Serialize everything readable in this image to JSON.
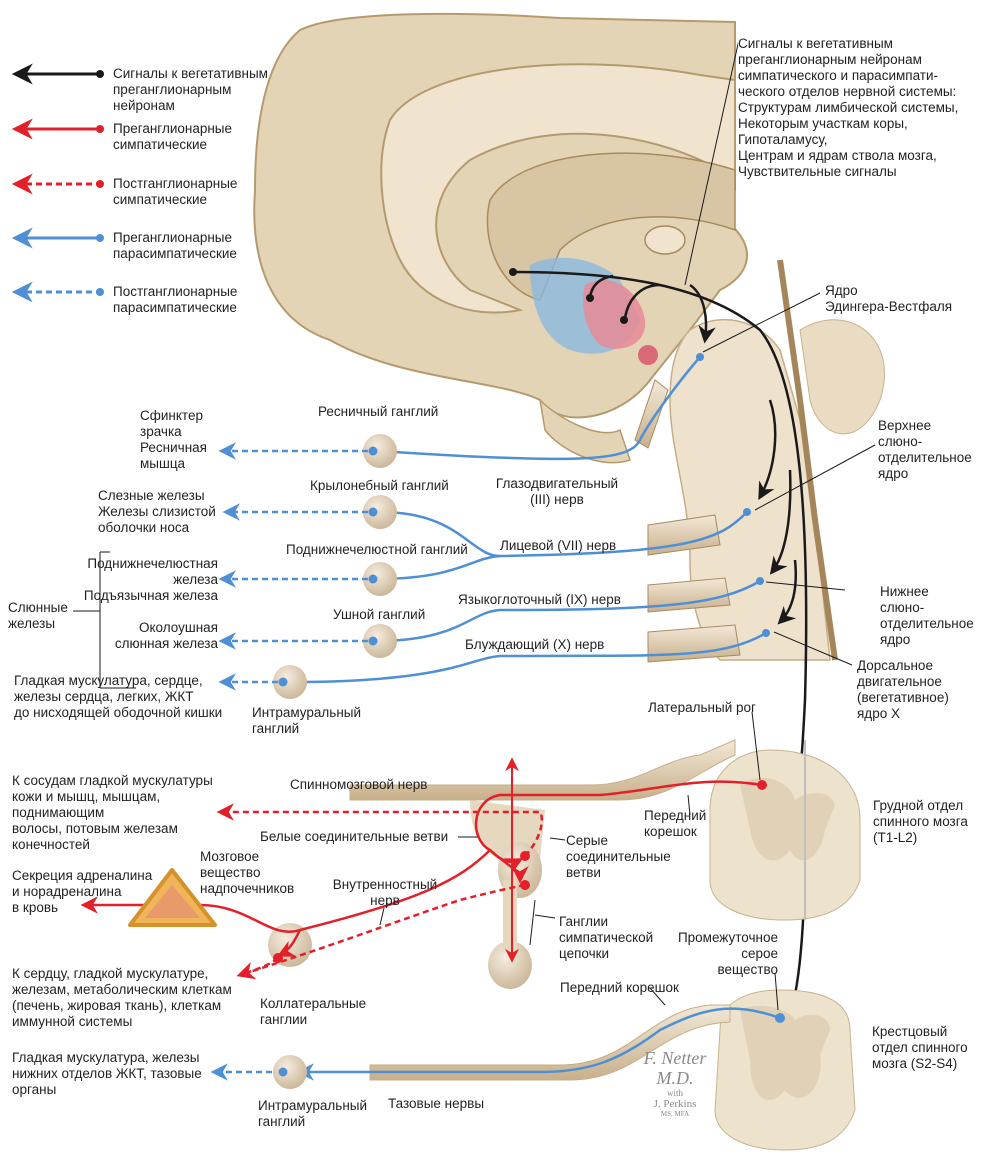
{
  "colors": {
    "signal_black": "#1a1a1a",
    "sympathetic_red": "#e3202a",
    "parasympathetic_blue": "#4f8fd6",
    "tissue": "#e9dcc5",
    "tissue_dark": "#b8a07a",
    "ganglion": "#ddd0bc"
  },
  "legend": [
    {
      "label": "Сигналы к вегетативным\nпреганглионарным\nнейронам",
      "color": "#1a1a1a",
      "style": "solid"
    },
    {
      "label": "Преганглионарные\nсимпатические",
      "color": "#e3202a",
      "style": "solid"
    },
    {
      "label": "Постганглионарные\nсимпатические",
      "color": "#e3202a",
      "style": "dashed"
    },
    {
      "label": "Преганглионарные\nпарасимпатические",
      "color": "#4f8fd6",
      "style": "solid"
    },
    {
      "label": "Постганглионарные\nпарасимпатические",
      "color": "#4f8fd6",
      "style": "dashed"
    }
  ],
  "top_note": "Сигналы к вегетативным\nпреганглионарным нейронам\nсимпатического и парасимпати-\nческого отделов нервной системы:\nСтруктурам лимбической системы,\nНекоторым участкам коры,\nГипоталамусу,\nЦентрам и ядрам ствола мозга,\nЧувствительные сигналы",
  "nuclei": {
    "edinger_westphal": "Ядро\nЭдингера-Вестфаля",
    "superior_salivatory": "Верхнее\nслюно-\nотделительное\nядро",
    "inferior_salivatory": "Нижнее\nслюно-\nотделительное\nядро",
    "dorsal_vagal": "Дорсальное\nдвигательное\n(вегетативное)\nядро X"
  },
  "cranial": {
    "ciliary_ganglion": "Ресничный ганглий",
    "ciliary_targets": "Сфинктер\nзрачка\nРесничная\nмышца",
    "oculomotor_nerve": "Глазодвигательный\n(III) нерв",
    "pterygopalatine_ganglion": "Крылонебный ганглий",
    "pterygopalatine_targets": "Слезные железы\nЖелезы слизистой\nоболочки носа",
    "facial_nerve": "Лицевой (VII) нерв",
    "submandibular_ganglion": "Поднижнечелюстной ганглий",
    "submandibular_targets": "Поднижнечелюстная\nжелеза\nПодъязычная железа",
    "salivary_glands": "Слюнные\nжелезы",
    "glossopharyngeal_nerve": "Языкоглоточный (IX) нерв",
    "otic_ganglion": "Ушной ганглий",
    "otic_targets": "Околоушная\nслюнная железа",
    "vagus_nerve": "Блуждающий (X) нерв",
    "vagus_targets": "Гладкая мускулатура, сердце,\nжелезы сердца, легких, ЖКТ\nдо нисходящей ободочной кишки",
    "intramural_ganglion": "Интрамуральный\nганглий"
  },
  "spinal": {
    "lateral_horn": "Латеральный рог",
    "spinal_nerve": "Спинномозговой нерв",
    "anterior_root_1": "Передний\nкорешок",
    "thoracic_cord": "Грудной отдел\nспинного мозга\n(T1-L2)",
    "skin_targets": "К сосудам гладкой мускулатуры\nкожи и мышц, мышцам,\nподнимающим\nволосы, потовым железам\nконечностей",
    "white_rami": "Белые соединительные ветви",
    "gray_rami": "Серые\nсоединительные\nветви",
    "adrenal_medulla": "Мозговое\nвещество\nнадпочечников",
    "adrenal_secretion": "Секреция адреналина\nи норадреналина\nв кровь",
    "splanchnic_nerve": "Внутренностный\nнерв",
    "chain_ganglia": "Ганглии\nсимпатической\nцепочки",
    "visceral_targets": "К сердцу, гладкой мускулатуре,\nжелезам, метаболическим клеткам\n(печень, жировая ткань), клеткам\nиммунной системы",
    "collateral_ganglia": "Коллатеральные\nганглии",
    "intermediate_gray": "Промежуточное\nсерое\nвещество",
    "anterior_root_2": "Передний корешок",
    "sacral_cord": "Крестцовый\nотдел спинного\nмозга (S2-S4)",
    "pelvic_targets": "Гладкая мускулатура, железы\nнижних отделов ЖКТ, тазовые\nорганы",
    "intramural_ganglion_2": "Интрамуральный\nганглий",
    "pelvic_nerves": "Тазовые нервы"
  },
  "signature": {
    "artist": "F. Netter M.D.",
    "with": "with",
    "coauthor": "J. Perkins",
    "credentials": "MS, MFA"
  }
}
